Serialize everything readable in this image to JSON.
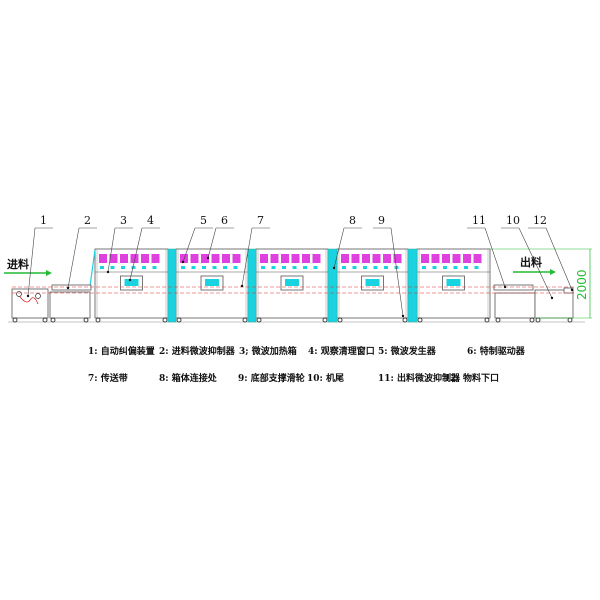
{
  "diagram": {
    "infeed_label": "进料",
    "outfeed_label": "出料",
    "dimension": "2000",
    "callouts": [
      "1",
      "2",
      "3",
      "4",
      "5",
      "6",
      "7",
      "8",
      "9",
      "11",
      "10",
      "12"
    ],
    "colors": {
      "pink": "#e040e0",
      "cyan": "#19d3e0",
      "green": "#22bb33",
      "red": "#e03030",
      "line": "#555555"
    }
  },
  "legend": {
    "row1": [
      "1: 自动纠偏装置",
      "2: 进料微波抑制器",
      "3; 微波加热箱",
      "4: 观察清理窗口",
      "5: 微波发生器",
      "6: 特制驱动器"
    ],
    "row2": [
      "7: 传送带",
      "8: 箱体连接处",
      "9: 底部支撑滑轮",
      "10: 机尾",
      "11: 出料微波抑制器",
      "12: 物料下口"
    ]
  }
}
